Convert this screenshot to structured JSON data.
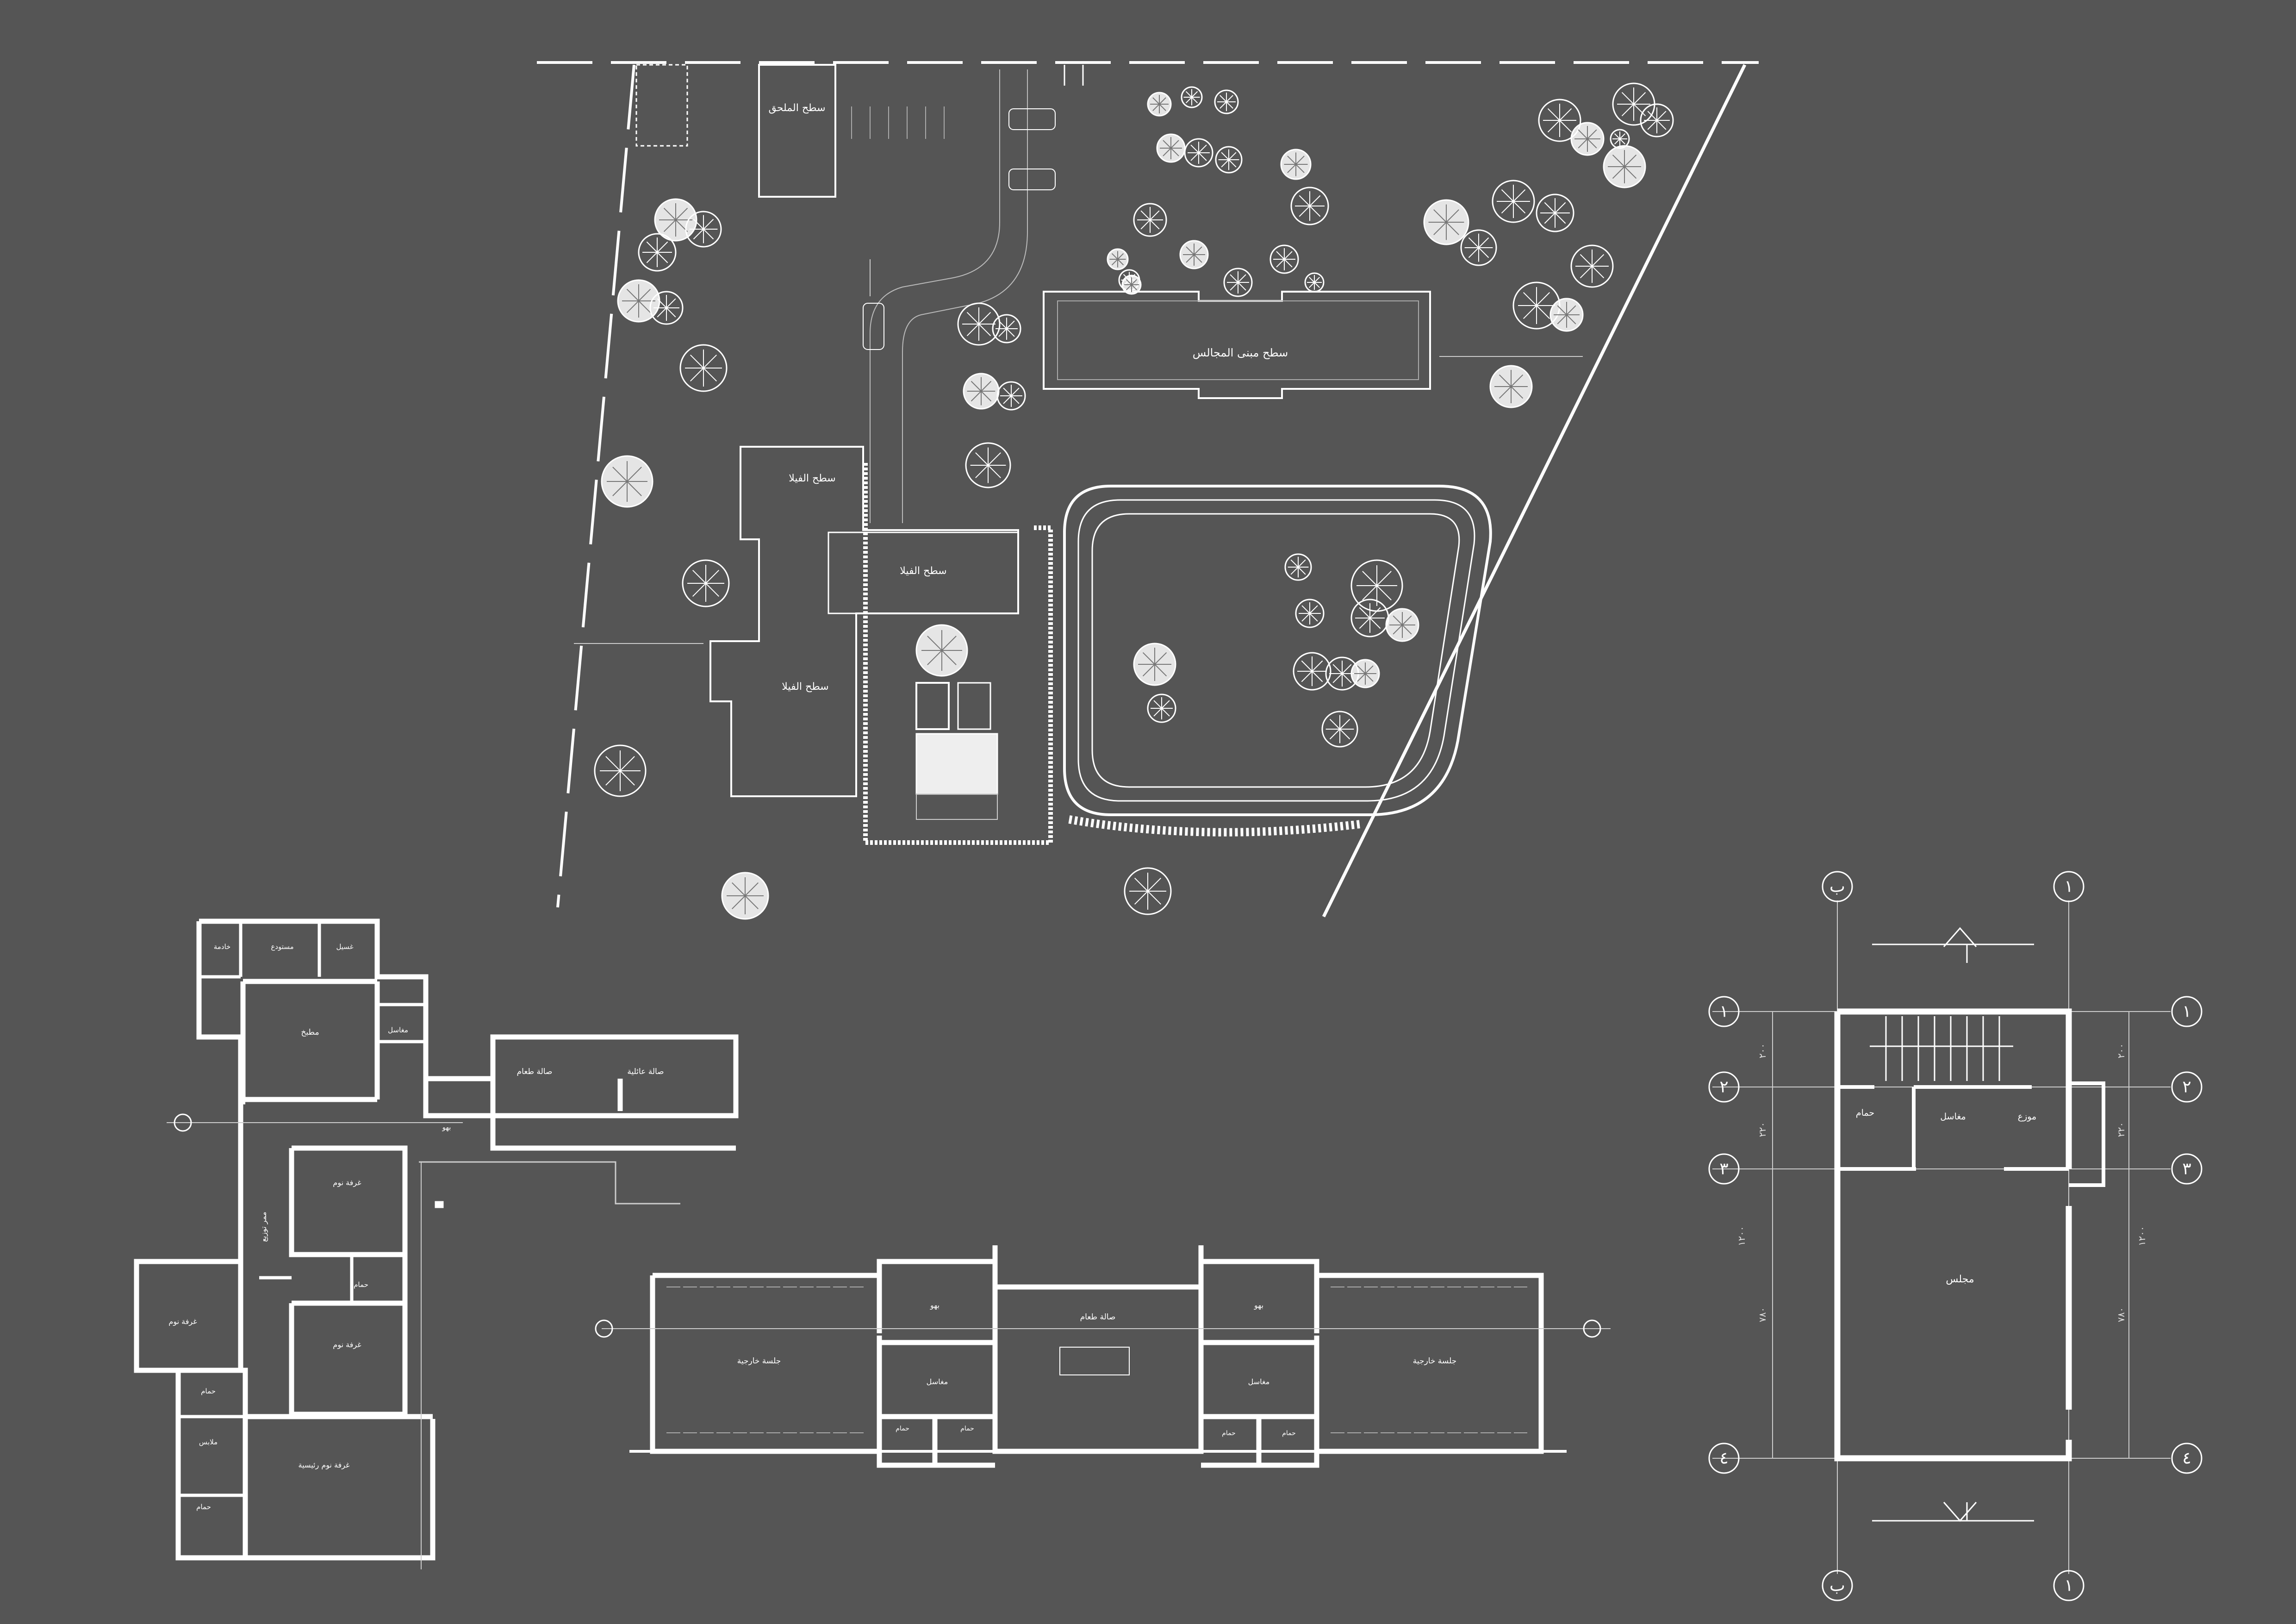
{
  "site_plan": {
    "roof_labels": [
      "سطح الملحق",
      "سطح مبنى المجالس",
      "سطح الفيلا",
      "سطح الفيلا",
      "سطح الفيلا"
    ]
  },
  "plan_a": {
    "rooms": {
      "kitchen": "مطبخ",
      "dining": "صالة طعام",
      "family": "صالة عائلية",
      "corridor": "ممر توزيع",
      "bedroom1": "غرفة نوم",
      "bedroom2": "غرفة نوم",
      "bedroom3": "غرفة نوم",
      "master": "غرفة نوم رئيسية",
      "bath1": "حمام",
      "bath2": "حمام",
      "bath3": "حمام",
      "laundry": "غسيل",
      "store": "مستودع",
      "maid": "خادمة",
      "sinks": "مغاسل",
      "dressing": "ملابس",
      "hall": "بهو"
    }
  },
  "plan_b": {
    "rooms": {
      "dining": "صالة طعام",
      "sitting_left": "جلسة خارجية",
      "sitting_right": "جلسة خارجية",
      "hall_left": "بهو",
      "hall_right": "بهو",
      "sinks_left": "مغاسل",
      "sinks_right": "مغاسل",
      "wc1": "حمام",
      "wc2": "حمام",
      "wc3": "حمام",
      "wc4": "حمام"
    }
  },
  "plan_c": {
    "rooms": {
      "majlis": "مجلس",
      "sinks": "مغاسل",
      "foyer": "موزع",
      "bath": "حمام"
    },
    "grid_top": [
      "ب",
      "١"
    ],
    "grid_bottom": [
      "ب",
      "١"
    ],
    "grid_left": [
      "١",
      "٢",
      "٣",
      "٤"
    ],
    "grid_right": [
      "١",
      "٢",
      "٣",
      "٤"
    ],
    "dims_left": [
      "٢٠٠",
      "٢٢٠",
      "٧٨٠",
      "١٢٠٠"
    ],
    "dims_right": [
      "٢٠٠",
      "٢٢٠",
      "٧٨٠",
      "١٢٠٠"
    ]
  }
}
